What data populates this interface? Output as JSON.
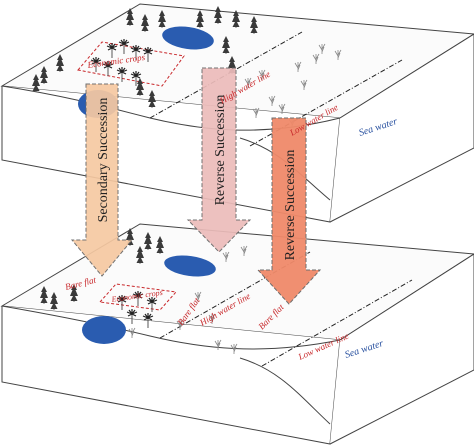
{
  "labels": {
    "economic_crops_top": "Economic crops",
    "economic_crops_bottom": "Economic crops",
    "high_water_line_top": "High water line",
    "low_water_line_top": "Low water line",
    "sea_water_top": "Sea water",
    "bare_flat_left": "Bare flat",
    "bare_flat_mid": "Bare flat",
    "bare_flat_right": "Bare flat",
    "high_water_line_bottom": "High water line",
    "low_water_line_bottom": "Low water line",
    "sea_water_bottom": "Sea water"
  },
  "arrows": {
    "secondary": "Secondary Succession",
    "reverse_1": "Reverse Succession",
    "reverse_2": "Reverse Succession"
  },
  "colors": {
    "arrow_secondary": "#f6c9a2",
    "arrow_reverse_1": "#ecbcba",
    "arrow_reverse_2": "#f08a6a",
    "pond": "#2a5cb0",
    "label_red": "#c8282b",
    "label_blue": "#2a52a0"
  }
}
